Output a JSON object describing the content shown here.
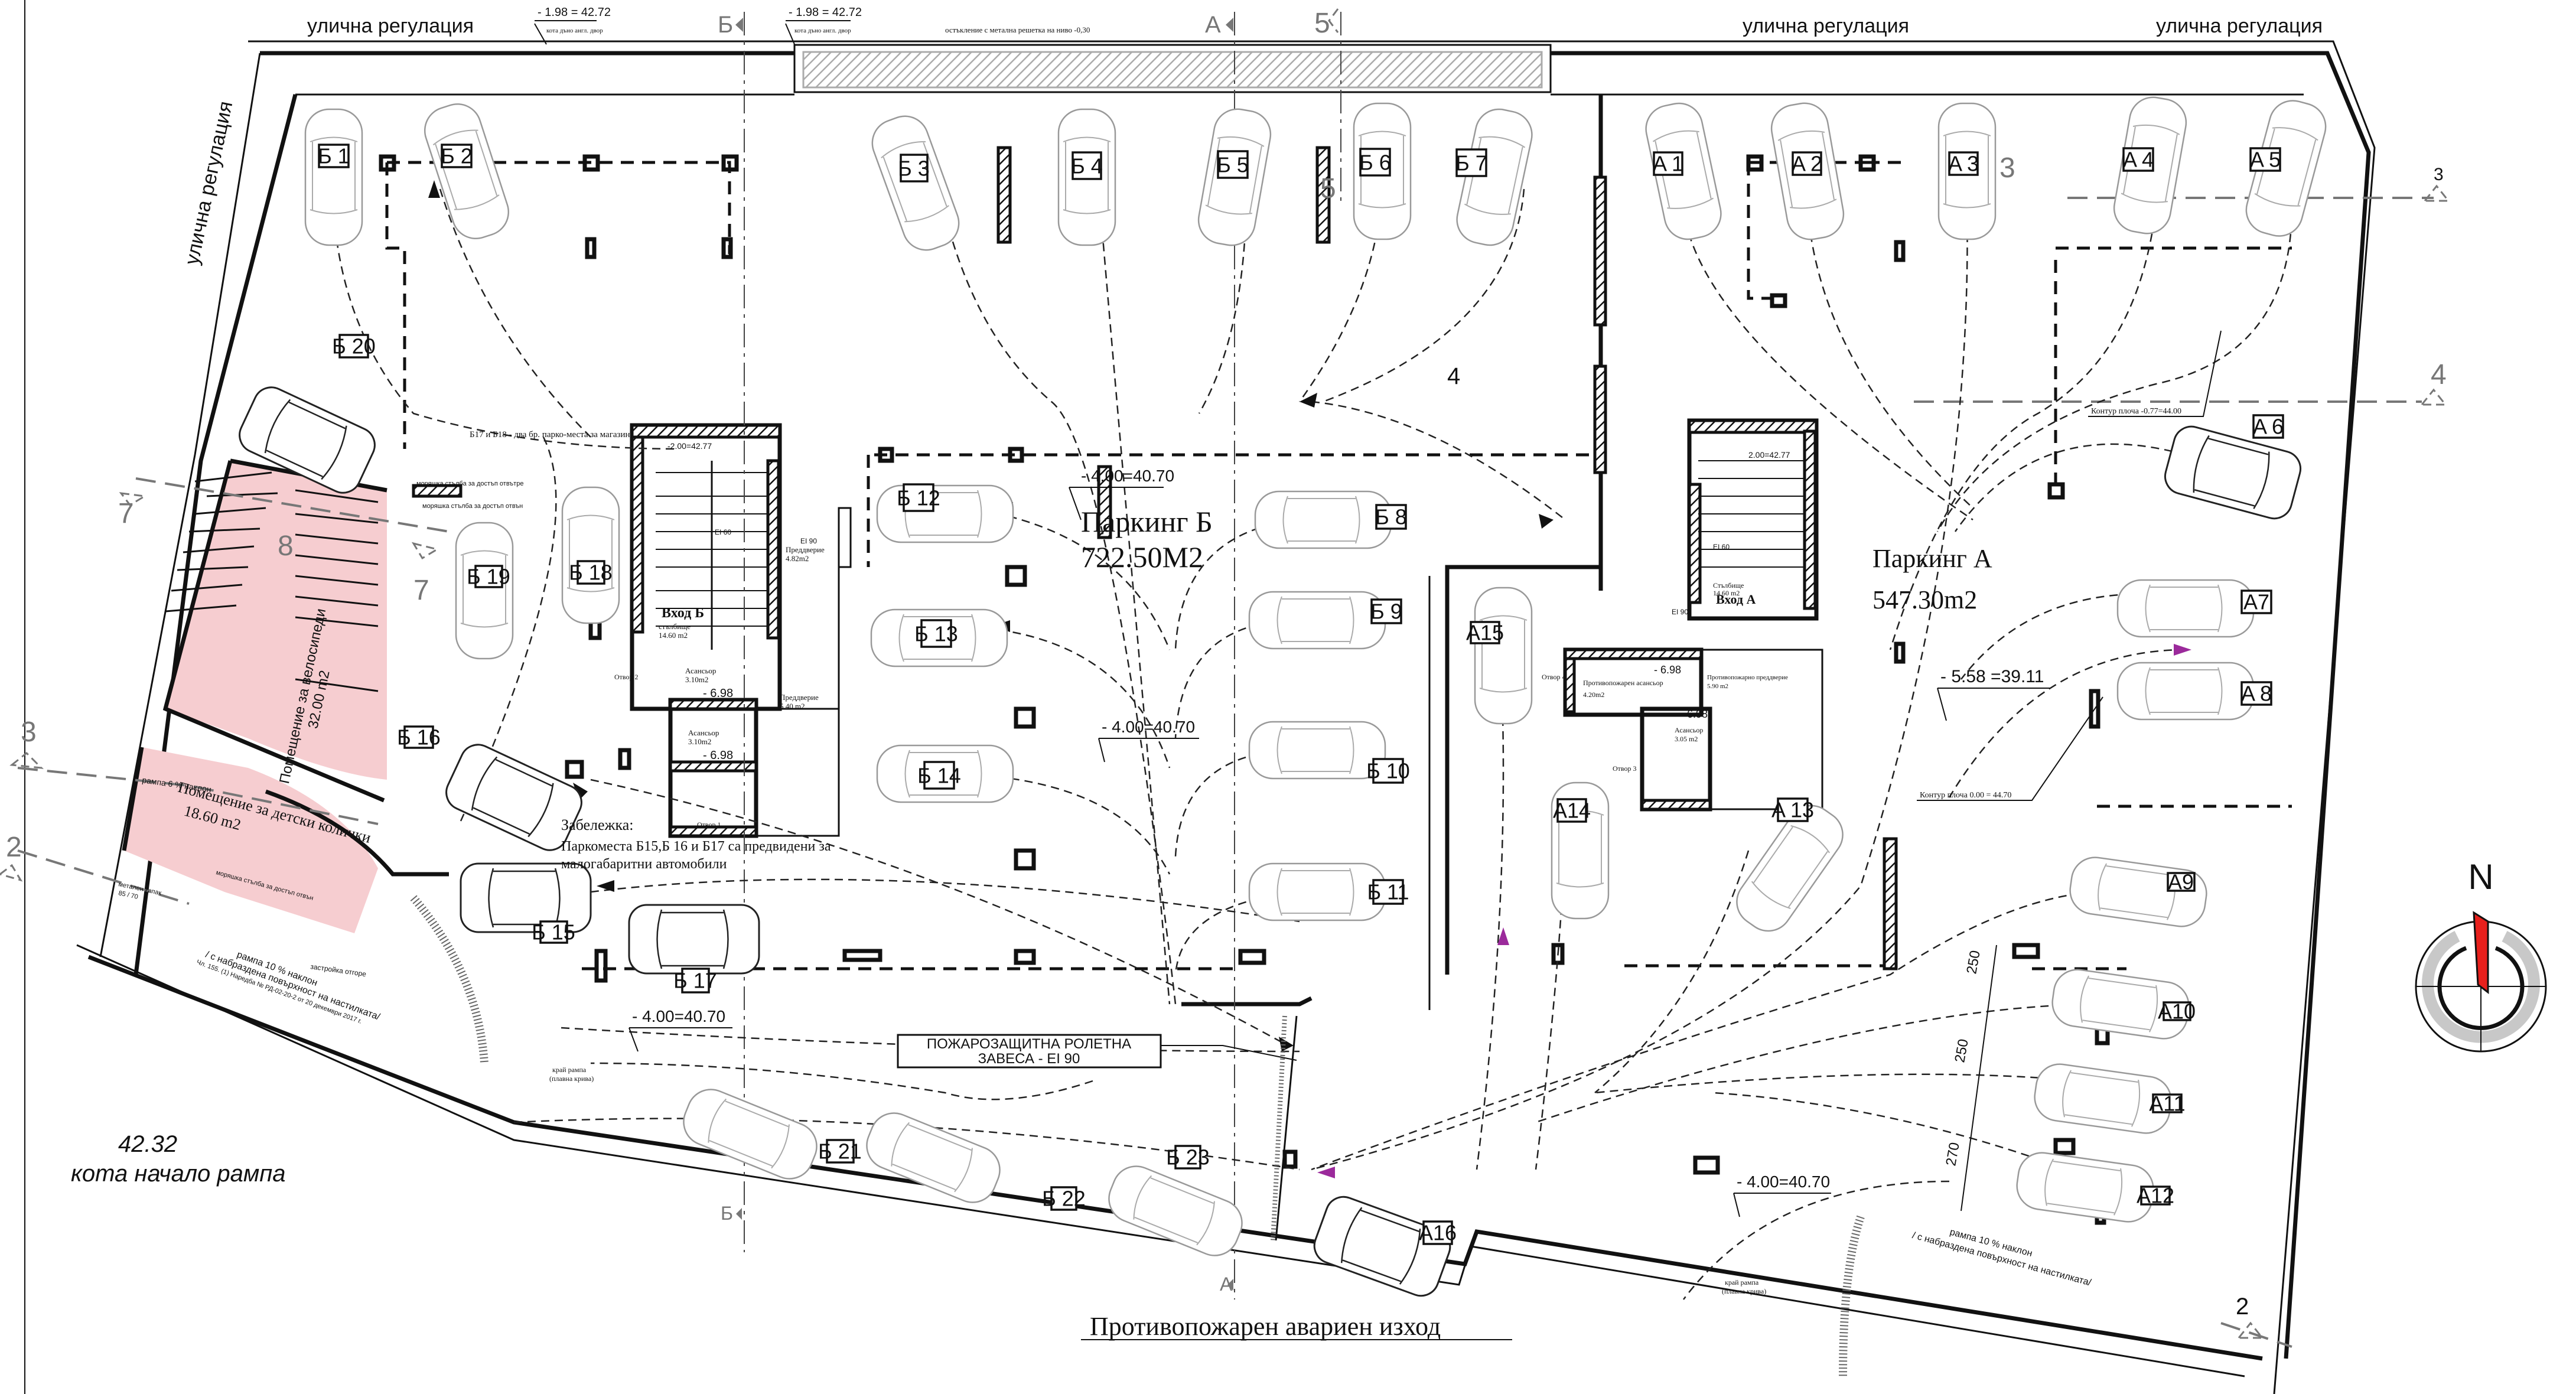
{
  "drawing": {
    "type": "Underground parking floor plan",
    "street_regulation_label": "улична регулация",
    "street_regulation_top_labels": [
      "улична регулация",
      "улична регулация",
      "улична регулация"
    ],
    "street_regulation_left_label": "улична регулация"
  },
  "levels": {
    "top_level_1": "- 1.98 = 42.72",
    "top_level_1_note": "кота дъно англ. двор",
    "top_level_2": "- 1.98 = 42.72",
    "top_level_2_note": "кота дъно англ. двор",
    "grate_note": "остъкление с метална решетка на ниво -0,30",
    "parking_b_level_1": "- 4.00=40.70",
    "parking_b_level_2": "- 4.00=40.70",
    "parking_b_level_3": "- 4.00=40.70",
    "parking_a_level": "- 5.58 =39.11",
    "parking_a_level_2": "- 4.00=40.70",
    "slab_contour_1": "Контур плоча -0.77=44.00",
    "slab_contour_2": "Контур плоча 0.00 = 44.70",
    "ramp_start_level": "42.32",
    "ramp_start_label": "кота начало рампа"
  },
  "zones": {
    "parking_b": {
      "name": "Паркинг Б",
      "area": "722.50М2"
    },
    "parking_a": {
      "name": "Паркинг А",
      "area": "547.30m2"
    },
    "bike_room": {
      "name": "Помещение за велосипеди",
      "area": "32.00 m2"
    },
    "stroller_room": {
      "name": "Помещение за детски колички",
      "area": "18.60 m2"
    }
  },
  "core_b": {
    "entrance": "Вход Б",
    "stair_level": "-2.00=42.77",
    "stair_label": "стълбище",
    "stair_area": "14.60 m2",
    "vestibule_1": "Преддверие",
    "vestibule_1_area": "4.82m2",
    "vestibule_2": "Преддверие",
    "vestibule_2_area": "5.40 m2",
    "elevator_1": "Асансьор",
    "elevator_1_area": "3.10m2",
    "elevator_1_level": "- 6.98",
    "elevator_2": "Асансьор",
    "elevator_2_area": "3.10m2",
    "elevator_2_level": "- 6.98",
    "door_ei90": "EI 90",
    "door_ei60": "EI 60",
    "opening_1": "Отвор 1",
    "opening_2": "Отвор 2"
  },
  "core_a": {
    "entrance": "Вход А",
    "stair_level": "2.00=42.77",
    "stair_label": "Стълбище",
    "stair_area": "14.60 m2",
    "fire_elevator": "Противопожарен асансьор",
    "fire_elevator_area": "4.20m2",
    "fire_elevator_level": "- 6.98",
    "fire_vestibule": "Противопожарно преддверие",
    "fire_vestibule_area": "5.90 m2",
    "elevator": "Асансьор",
    "elevator_area": "3.05 m2",
    "elevator_level": "- 6.98",
    "door_ei90": "EI 90",
    "door_ei60": "EI 60",
    "opening_3": "Отвор 3",
    "opening_4": "Отвор 4"
  },
  "notes": {
    "shop_spots": "Б17 и Б18 - два бр. парко-места за магазина",
    "remark_title": "Забележка:",
    "remark_body_1": "Паркоместа Б15,Б 16 и Б17 са предвидени за",
    "remark_body_2": "малогабаритни автомобили",
    "fire_curtain_1": "ПОЖАРОЗАЩИТНА РОЛЕТНА",
    "fire_curtain_2": "ЗАВЕСА - EI 90",
    "emergency_exit": "Противопожарен авариен изход",
    "ladder_in": "моряшка стълба за достъп отвътре",
    "ladder_out": "моряшка стълба за достъп отвън",
    "ladder_out_2": "моряшка стълба за достъп отвън",
    "metal_lid": "метален капак",
    "metal_lid_size": "85 / 70",
    "building_above": "застройка отгоре",
    "ramp_6": "рампа 6 % наклон",
    "ramp_10_a": "рампа 10 % наклон",
    "ramp_10_b": "/ с набраздена повърхност на настилката/",
    "ramp_10_ref": "Чл. 155. (1) Наредба № РД-02-20-2 от 20 декември 2017 г.",
    "ramp_end": "край рампа",
    "ramp_end_2": "(плавна крива)",
    "dim_250_a": "250",
    "dim_250_b": "250",
    "dim_270": "270"
  },
  "sections": {
    "b_top": "Б",
    "a_top": "А",
    "s5_top": "5",
    "s5_mid": "5",
    "s3_right": "3",
    "s3_mid": "3",
    "s4_right": "4",
    "s4_mid": "4",
    "s7_left": "7",
    "s7_mid": "7",
    "s8": "8",
    "s3_left": "3",
    "s2_left": "2",
    "s2_right": "2",
    "b_bottom": "Б",
    "a_bottom": "А"
  },
  "compass": {
    "label": "N",
    "needle_color": "#e8201c"
  },
  "colors": {
    "room_fill": "#f6cdd0",
    "route_arrow_a": "#9b2a9b",
    "ink": "#111111"
  },
  "parking_spots_b": [
    "Б 1",
    "Б 2",
    "Б 3",
    "Б 4",
    "Б 5",
    "Б 6",
    "Б 7",
    "Б 8",
    "Б 9",
    "Б 10",
    "Б 11",
    "Б 12",
    "Б 13",
    "Б 14",
    "Б 15",
    "Б 16",
    "Б 17",
    "Б 18",
    "Б 19",
    "Б 20",
    "Б 21",
    "Б 22",
    "Б 23"
  ],
  "parking_spots_a": [
    "A 1",
    "A 2",
    "A 3",
    "A 4",
    "A 5",
    "A 6",
    "A7",
    "A 8",
    "A9",
    "A10",
    "A11",
    "A12",
    "A 13",
    "A14",
    "A15",
    "A16"
  ]
}
